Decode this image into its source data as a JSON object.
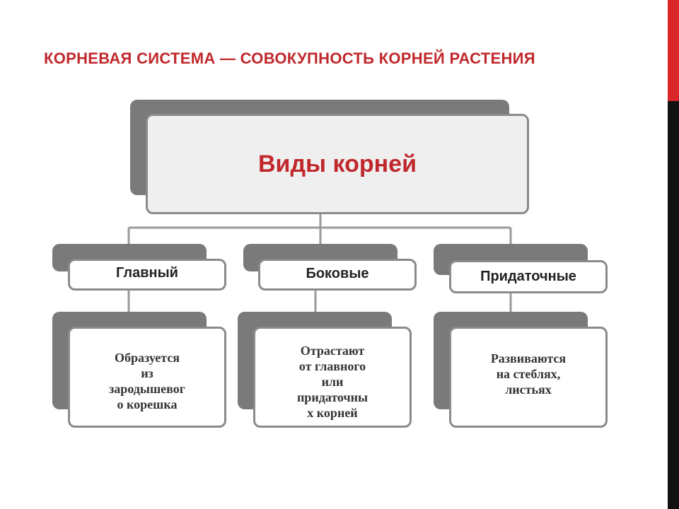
{
  "title": "КОРНЕВАЯ  СИСТЕМА — СОВОКУПНОСТЬ КОРНЕЙ РАСТЕНИЯ",
  "diagram": {
    "root": "Виды корней",
    "branches": [
      {
        "label": "Главный",
        "description": "Образуется\nиз\nзародышевог\nо корешка"
      },
      {
        "label": "Боковые",
        "description": "Отрастают\nот главного\nили\nпридаточны\nх корней"
      },
      {
        "label": "Придаточные",
        "description": "Развиваются\nна стеблях,\nлистьях"
      }
    ]
  },
  "colors": {
    "accent": "#c0282c",
    "shadow": "#7a7a7a",
    "border": "#8a8a8a",
    "sidebar_red": "#d9262b",
    "sidebar_dark": "#111111"
  }
}
